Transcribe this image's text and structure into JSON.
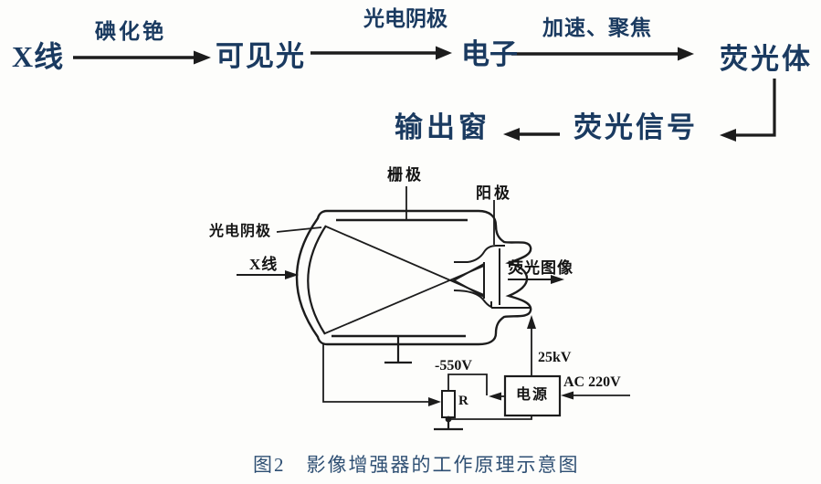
{
  "colors": {
    "flow_text": "#1a3a60",
    "caption_text": "#2e4f73",
    "line": "#1c1c1c",
    "background": "#fdfdfb"
  },
  "flow": {
    "xray": "X线",
    "cesium": "碘化铯",
    "visible_light": "可见光",
    "photocathode": "光电阴极",
    "electron": "电子",
    "accel_focus": "加速、聚焦",
    "phosphor": "荧光体",
    "fluor_signal": "荧光信号",
    "output_window": "输出窗"
  },
  "tube": {
    "grid": "栅极",
    "anode": "阳极",
    "photocathode": "光电阴极",
    "xray_in": "X线",
    "fluor_image": "荧光图像"
  },
  "circuit": {
    "hv": "25kV",
    "bias": "-550V",
    "resistor": "R",
    "power": "电源",
    "ac": "AC 220V"
  },
  "caption": "图2　影像增强器的工作原理示意图"
}
